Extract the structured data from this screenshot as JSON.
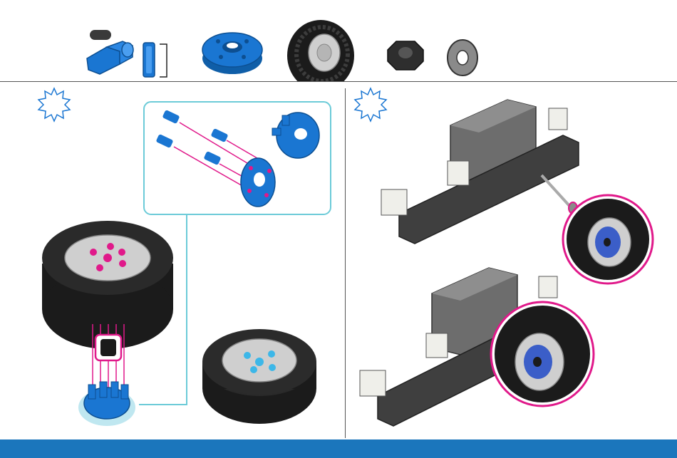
{
  "colors": {
    "accent_blue": "#1a76d2",
    "highlight_magenta": "#e0198a",
    "callout_teal": "#6ccbd8",
    "footer_blue": "#1b76bc",
    "tire_black": "#1b1b1b",
    "hub_gray": "#cfcfcf",
    "motor_gray": "#6d6d6d",
    "chassis_gray": "#3f3f3f",
    "divider": "#555555"
  },
  "parts_bar": {
    "items": [
      {
        "name": "capped-shaft-and-connector-pin",
        "icon": "pin-icon",
        "quantity_shown": 1
      },
      {
        "name": "wheel-hub",
        "icon": "hub-icon",
        "quantity_shown": 1
      },
      {
        "name": "tire",
        "icon": "tire-icon",
        "quantity_shown": 1
      },
      {
        "name": "shaft-collar",
        "icon": "collar-icon",
        "quantity_shown": 1
      },
      {
        "name": "washer",
        "icon": "washer-icon",
        "quantity_shown": 1
      }
    ]
  },
  "steps": [
    {
      "id": "step-a",
      "marker_icon": "gear-burst-icon",
      "panel": "left"
    },
    {
      "id": "step-b",
      "marker_icon": "gear-burst-icon",
      "panel": "right"
    }
  ]
}
